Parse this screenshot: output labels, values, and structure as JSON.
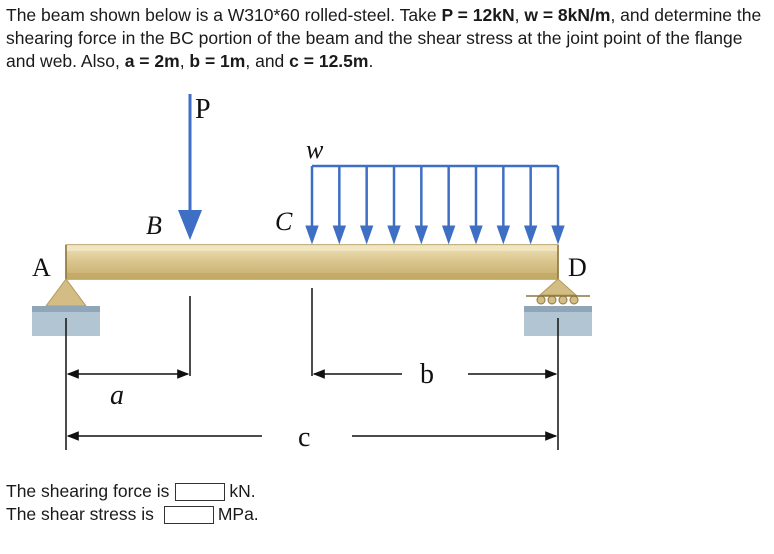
{
  "problem": {
    "intro": "The beam shown below is a W310*60 rolled-steel. Take ",
    "p_label": "P = 12kN",
    "sep1": ", ",
    "w_label": "w = 8kN/m",
    "mid": ", and determine the shearing force in the BC portion of the beam and the shear stress at the joint point of the flange and web. Also, ",
    "a_label": "a = 2m",
    "sep2": ", ",
    "b_label": "b = 1m",
    "sep3": ", and ",
    "c_label": "c = 12.5m",
    "end": "."
  },
  "figure": {
    "labels": {
      "P": "P",
      "w": "w",
      "A": "A",
      "B": "B",
      "C": "C",
      "D": "D",
      "a": "a",
      "b": "b",
      "c": "c"
    },
    "colors": {
      "arrow_blue": "#3f6fc4",
      "beam_tan": "#d9c48c",
      "beam_edge": "#b39a5a",
      "support": "#c9b37a",
      "ground": "#a9bccb"
    }
  },
  "answers": {
    "shear_force_label": "The shearing force is",
    "shear_force_value": "",
    "shear_force_unit": "kN.",
    "shear_stress_label": "The shear stress is",
    "shear_stress_value": "",
    "shear_stress_unit": "MPa."
  }
}
